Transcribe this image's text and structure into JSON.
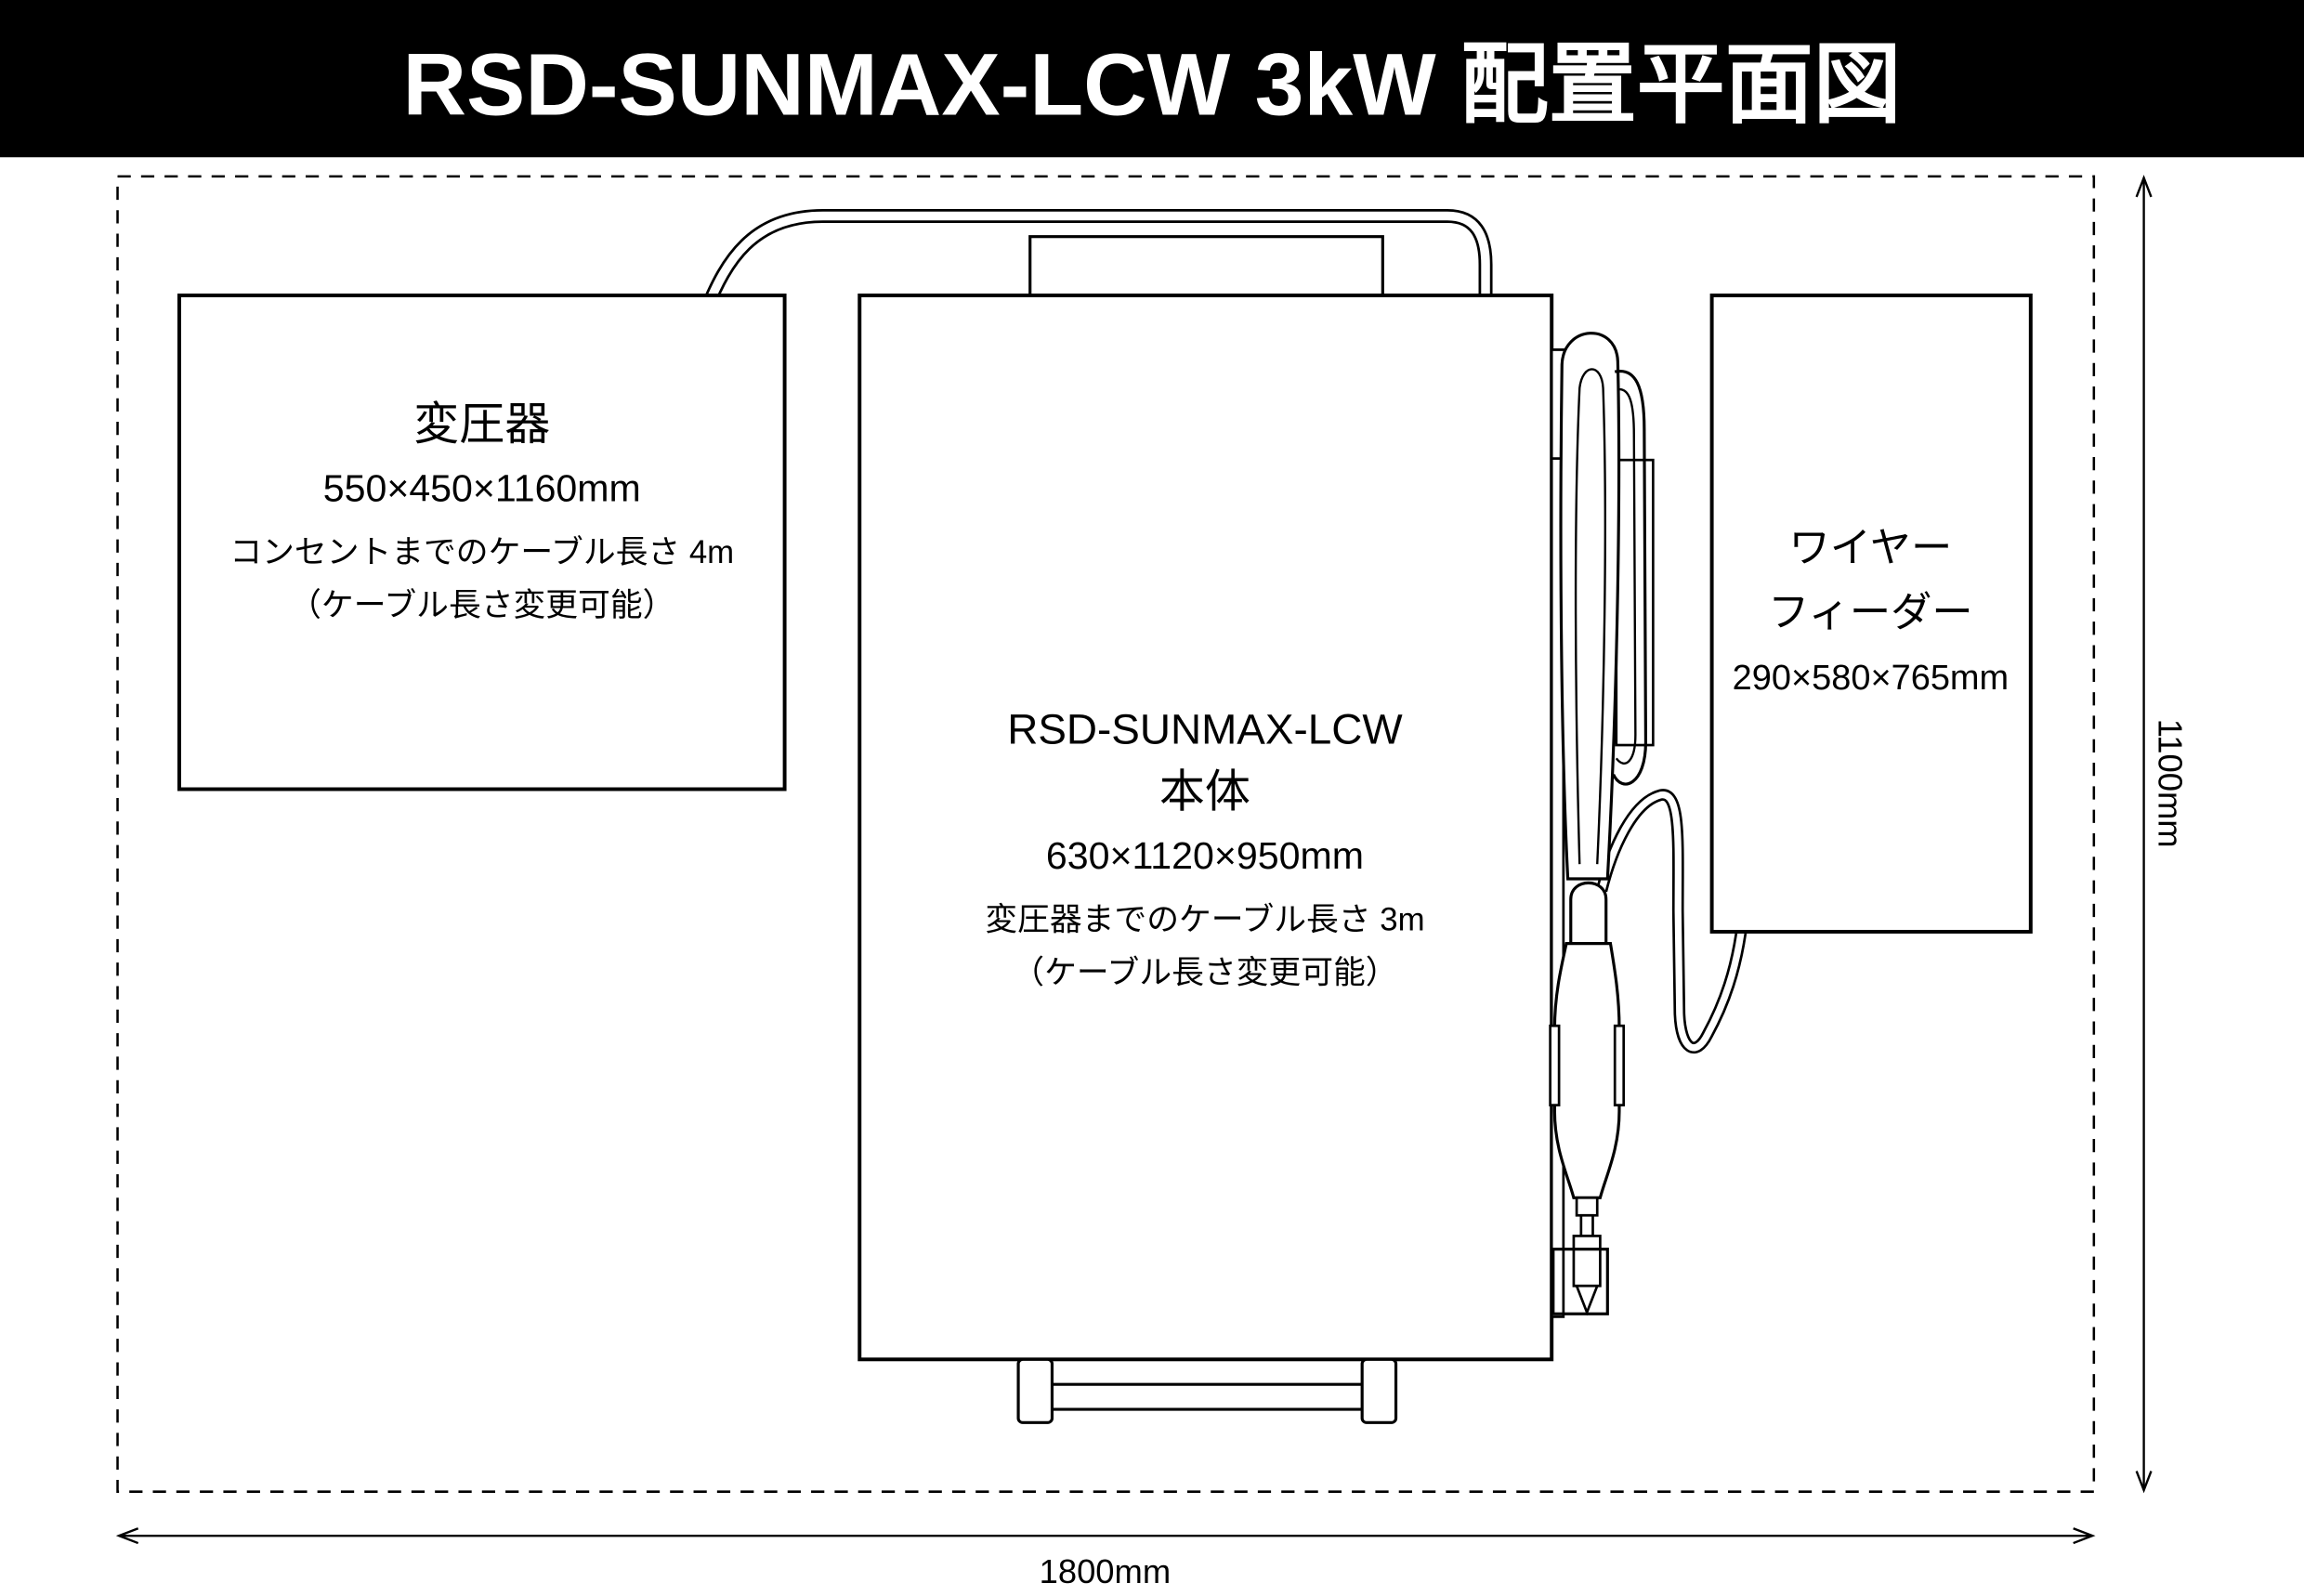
{
  "title": "RSD-SUNMAX-LCW 3kW 配置平面図",
  "dimensions": {
    "width": "1800mm",
    "depth": "1100mm"
  },
  "transformer": {
    "name": "変圧器",
    "size": "550×450×1160mm",
    "cable_length": "コンセントまでのケーブル長さ 4m",
    "note": "（ケーブル長さ変更可能）"
  },
  "main_unit": {
    "model": "RSD-SUNMAX-LCW",
    "name": "本体",
    "size": "630×1120×950mm",
    "cable_length": "変圧器までのケーブル長さ 3m",
    "note": "（ケーブル長さ変更可能）"
  },
  "wire_feeder": {
    "name_line1": "ワイヤー",
    "name_line2": "フィーダー",
    "size": "290×580×765mm"
  },
  "colors": {
    "title_bar": "#000000",
    "title_text": "#ffffff",
    "line": "#000000",
    "background": "#ffffff"
  }
}
